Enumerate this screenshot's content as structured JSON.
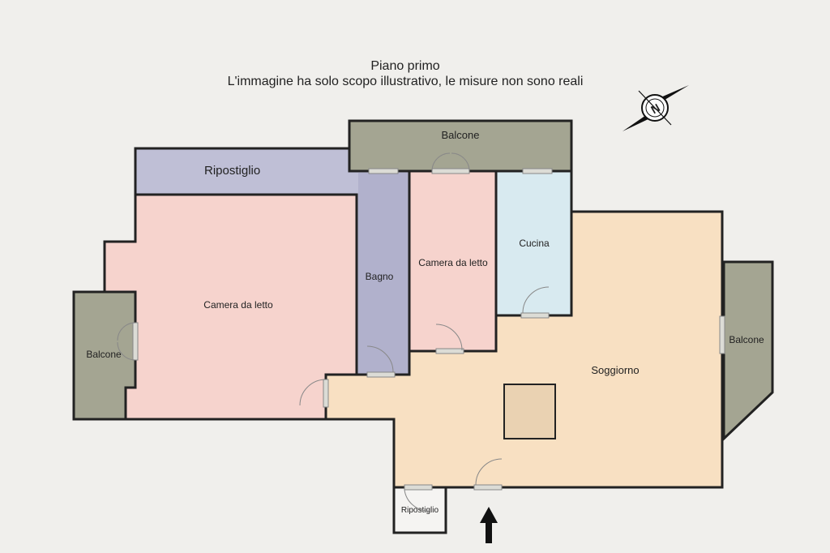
{
  "header": {
    "title": "Piano primo",
    "subtitle": "L'immagine ha solo scopo illustrativo, le misure non sono reali"
  },
  "compass": {
    "label": "N",
    "icon": "compass-north-icon"
  },
  "rooms": {
    "balcone_top": "Balcone",
    "ripostiglio_top": "Ripostiglio",
    "camera_main": "Camera da letto",
    "balcone_left": "Balcone",
    "bagno": "Bagno",
    "camera_small": "Camera da letto",
    "cucina": "Cucina",
    "soggiorno": "Soggiorno",
    "balcone_right": "Balcone",
    "ripostiglio_bottom": "Ripostiglio"
  },
  "colors": {
    "background": "#f0efec",
    "balcone": "#a4a592",
    "ripostiglio": "#bfbfd6",
    "camera": "#f6d3cd",
    "bagno": "#b1b1cc",
    "cucina": "#d8eaf0",
    "soggiorno": "#f8e0c2",
    "wall": "#222222"
  },
  "entrance": {
    "icon": "entrance-arrow-icon"
  }
}
